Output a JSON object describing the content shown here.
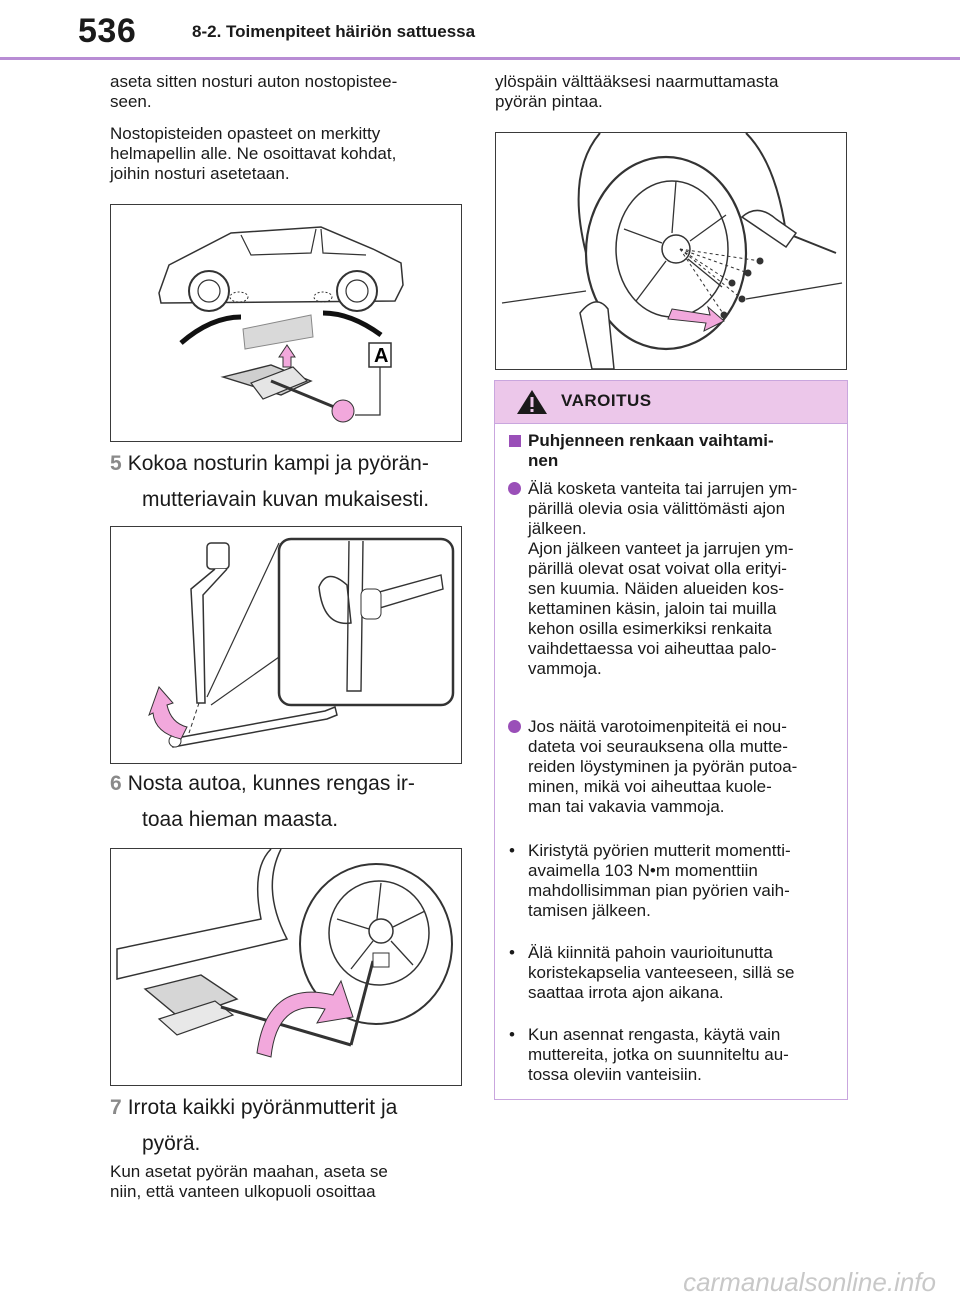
{
  "header": {
    "page_number": "536",
    "section_title": "8-2. Toimenpiteet häiriön sattuessa"
  },
  "left": {
    "p1": "aseta sitten nosturi auton nostopistee-seen.",
    "p1_line1": "aseta sitten nosturi auton nostopistee-",
    "p1_line2": "seen.",
    "p2_line1": "Nostopisteiden opasteet on merkitty",
    "p2_line2": "helmapellin alle. Ne osoittavat kohdat,",
    "p2_line3": "joihin nosturi asetetaan.",
    "fig1_label": "A",
    "step5_num": "5",
    "step5_line1": "Kokoa nosturin kampi ja pyörän-",
    "step5_line2": "mutteriavain kuvan mukaisesti.",
    "step6_num": "6",
    "step6_line1": "Nosta autoa, kunnes rengas ir-",
    "step6_line2": "toaa hieman maasta.",
    "step7_num": "7",
    "step7_line1": "Irrota kaikki pyöränmutterit ja",
    "step7_line2": "pyörä.",
    "p3_line1": "Kun asetat pyörän maahan, aseta se",
    "p3_line2": "niin, että vanteen ulkopuoli osoittaa"
  },
  "right": {
    "p1_line1": "ylöspäin välttääksesi naarmuttamasta",
    "p1_line2": "pyörän pintaa."
  },
  "warning": {
    "title": "VAROITUS",
    "subheading_line1": "Puhjenneen renkaan vaihtami-",
    "subheading_line2": "nen",
    "item1": [
      "Älä kosketa vanteita tai jarrujen ym-",
      "pärillä olevia osia välittömästi ajon",
      "jälkeen.",
      "Ajon jälkeen vanteet ja jarrujen ym-",
      "pärillä olevat osat voivat olla erityi-",
      "sen kuumia. Näiden alueiden kos-",
      "kettaminen käsin, jaloin tai muilla",
      "kehon osilla esimerkiksi renkaita",
      "vaihdettaessa voi aiheuttaa palo-",
      "vammoja."
    ],
    "item2": [
      "Jos näitä varotoimenpiteitä ei nou-",
      "dateta voi seurauksena olla mutte-",
      "reiden löystyminen ja pyörän putoa-",
      "minen, mikä voi aiheuttaa kuole-",
      "man tai vakavia vammoja."
    ],
    "bullet1": [
      "Kiristytä pyörien mutterit momentti-",
      "avaimella 103 N•m momenttiin",
      "mahdollisimman pian pyörien vaih-",
      "tamisen jälkeen."
    ],
    "bullet2": [
      "Älä kiinnitä pahoin vaurioitunutta",
      "koristekapselia vanteeseen, sillä se",
      "saattaa irrota ajon aikana."
    ],
    "bullet3": [
      "Kun asennat rengasta, käytä vain",
      "muttereita, jotka on suunniteltu au-",
      "tossa oleviin vanteisiin."
    ],
    "bullet_char": "•"
  },
  "footer": {
    "watermark": "carmanualsonline.info"
  },
  "colors": {
    "accent": "#9a4fb8",
    "warning_header": "#ecc7ea",
    "header_rule": "#b88cd4",
    "arrow_pink": "#f2a8dc"
  }
}
